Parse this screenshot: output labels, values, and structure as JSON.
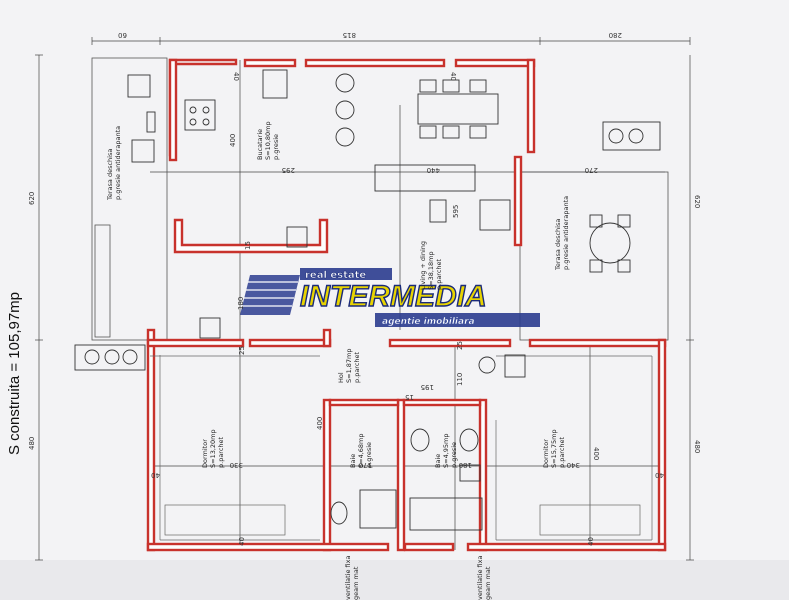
{
  "side_label": "S construita = 105,97mp",
  "dims": {
    "top_60": "60",
    "top_815": "815",
    "top_280": "280",
    "left_620": "620",
    "left_480": "480",
    "right_620": "620",
    "right_480": "480",
    "d400a": "400",
    "d295": "295",
    "d440": "440",
    "d270": "270",
    "d595": "595",
    "d180": "180",
    "d15a": "15",
    "d25a": "25",
    "d25b": "25",
    "d110": "110",
    "d195": "195",
    "d15b": "15",
    "d330": "330",
    "d170": "170",
    "d180b": "180",
    "d340": "340",
    "d400b": "400",
    "d400c": "400",
    "d40a": "40",
    "d40b": "40",
    "d40c": "40",
    "d40d": "40",
    "d40e": "40",
    "d40f": "40"
  },
  "rooms": {
    "terrace_left": [
      "Terasa deschisa",
      "p.gresie antiderapanta"
    ],
    "kitchen": [
      "Bucatarie",
      "S=10,80mp",
      "p.gresie"
    ],
    "living": [
      "Living + dining",
      "S=38,18mp",
      "p.parchet"
    ],
    "terrace_right": [
      "Terasa deschisa",
      "p.gresie antiderapanta"
    ],
    "hol": [
      "Hol",
      "S=1,87mp",
      "p.parchet"
    ],
    "bedroom_left": [
      "Dormitor",
      "S=13,20mp",
      "p.parchet"
    ],
    "bath_left": [
      "Baie",
      "S=4,68mp",
      "p.gresie"
    ],
    "bath_right": [
      "Baie",
      "S=4,95mp",
      "p.gresie"
    ],
    "bedroom_right": [
      "Dormitor",
      "S=15,75mp",
      "p.parchet"
    ]
  },
  "bottom_notes": {
    "left": [
      "ventilatie fixa",
      "geam mat"
    ],
    "right": [
      "ventilatie fixa",
      "geam mat"
    ]
  },
  "watermark": {
    "top": "real estate",
    "brand": "INTERMEDIA",
    "bottom": "agentie imobiliara"
  },
  "colors": {
    "wall_outline": "#c8322c",
    "line": "#333333",
    "brand_yellow": "#e8d400",
    "brand_blue": "#1a2a7a"
  }
}
